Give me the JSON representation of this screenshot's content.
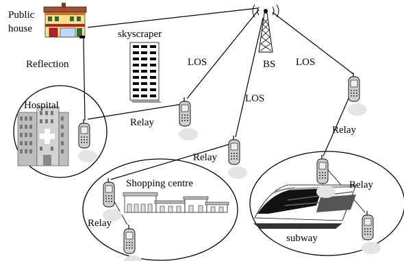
{
  "labels": {
    "public_house_line1": "Public",
    "public_house_line2": "house",
    "skyscraper": "skyscraper",
    "reflection": "Reflection",
    "hospital": "Hospital",
    "los_left": "LOS",
    "los_middle": "LOS",
    "los_right": "LOS",
    "bs": "BS",
    "relay_hospital": "Relay",
    "relay_shopping": "Relay",
    "relay_subway_top": "Relay",
    "relay_subway_mid": "Relay",
    "relay_shopping_bottom": "Relay",
    "shopping_centre": "Shopping centre",
    "subway": "subway"
  },
  "icons": [
    "base-station-icon",
    "house-icon",
    "skyscraper-icon",
    "hospital-icon",
    "mobile-phone-icon",
    "shopping-centre-icon",
    "train-icon"
  ],
  "colors": {
    "line": "#000000",
    "phone_body": "#cfcfcf",
    "building_gray": "#bdbdbd",
    "house_roof": "#a0522d",
    "house_wall": "#ffe08a",
    "house_door": "#b22222"
  }
}
